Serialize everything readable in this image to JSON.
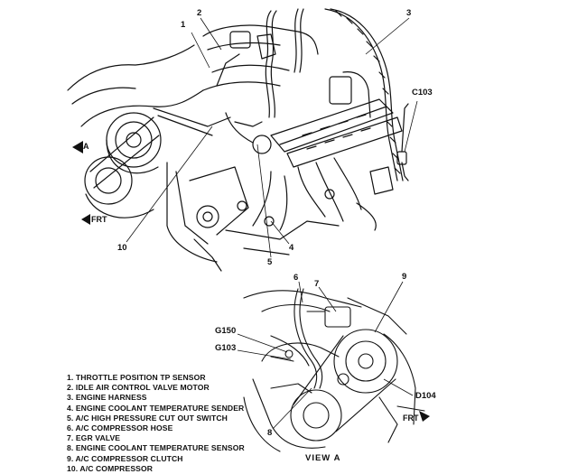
{
  "callouts": {
    "c1": "1",
    "c2": "2",
    "c3": "3",
    "c4": "4",
    "c5": "5",
    "c6": "6",
    "c7": "7",
    "c8": "8",
    "c9": "9",
    "c10": "10",
    "c103": "C103",
    "g150": "G150",
    "g103": "G103",
    "d104": "D104"
  },
  "direction_labels": {
    "frt_main": "FRT",
    "frt_view_a": "FRT",
    "a_marker": "A"
  },
  "view_caption": "VIEW  A",
  "legend": [
    "1. THROTTLE POSITION TP SENSOR",
    "2. IDLE AIR CONTROL VALVE MOTOR",
    "3. ENGINE HARNESS",
    "4. ENGINE COOLANT TEMPERATURE SENDER",
    "5. A/C HIGH PRESSURE CUT OUT SWITCH",
    "6. A/C COMPRESSOR HOSE",
    "7. EGR VALVE",
    "8. ENGINE COOLANT TEMPERATURE SENSOR",
    "9. A/C COMPRESSOR CLUTCH",
    "10. A/C COMPRESSOR"
  ]
}
